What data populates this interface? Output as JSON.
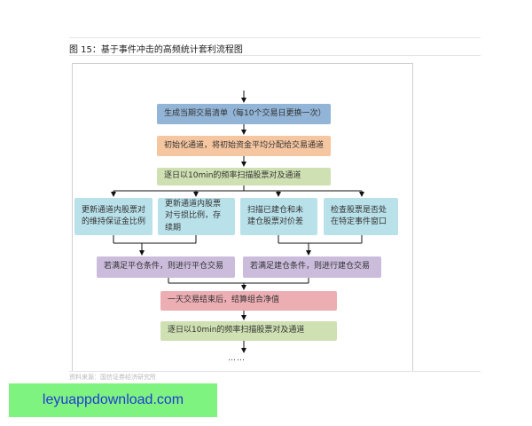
{
  "figure": {
    "title": "图 15：基于事件冲击的高频统计套利流程图",
    "source": "资料来源：国信证券经济研究所",
    "ellipsis": "……"
  },
  "steps": {
    "generate_list": "生成当期交易清单（每10个交易日更换一次）",
    "init_channels": "初始化通道，将初始资金平均分配给交易通道",
    "scan_pairs_1": "逐日以10min的频率扫描股票对及通道",
    "update_margin": "更新通道内股票对的维持保证金比例",
    "update_loss": "更新通道内股票对亏损比例，存续期",
    "scan_pending": "扫描已建仓和未建仓股票对价差",
    "check_event": "检查股票是否处在特定事件窗口",
    "close_trade": "若满足平仓条件，则进行平仓交易",
    "open_trade": "若满足建仓条件，则进行建仓交易",
    "end_of_day": "一天交易结束后，结算组合净值",
    "scan_pairs_2": "逐日以10min的频率扫描股票对及通道"
  },
  "colors": {
    "blue": "#92b4d6",
    "orange": "#f6c6a0",
    "green": "#cfe0b2",
    "teal": "#b9e1ea",
    "purple": "#cbbcdc",
    "pink": "#ecaeb3"
  },
  "watermark": {
    "text": "leyuappdownload.com"
  }
}
